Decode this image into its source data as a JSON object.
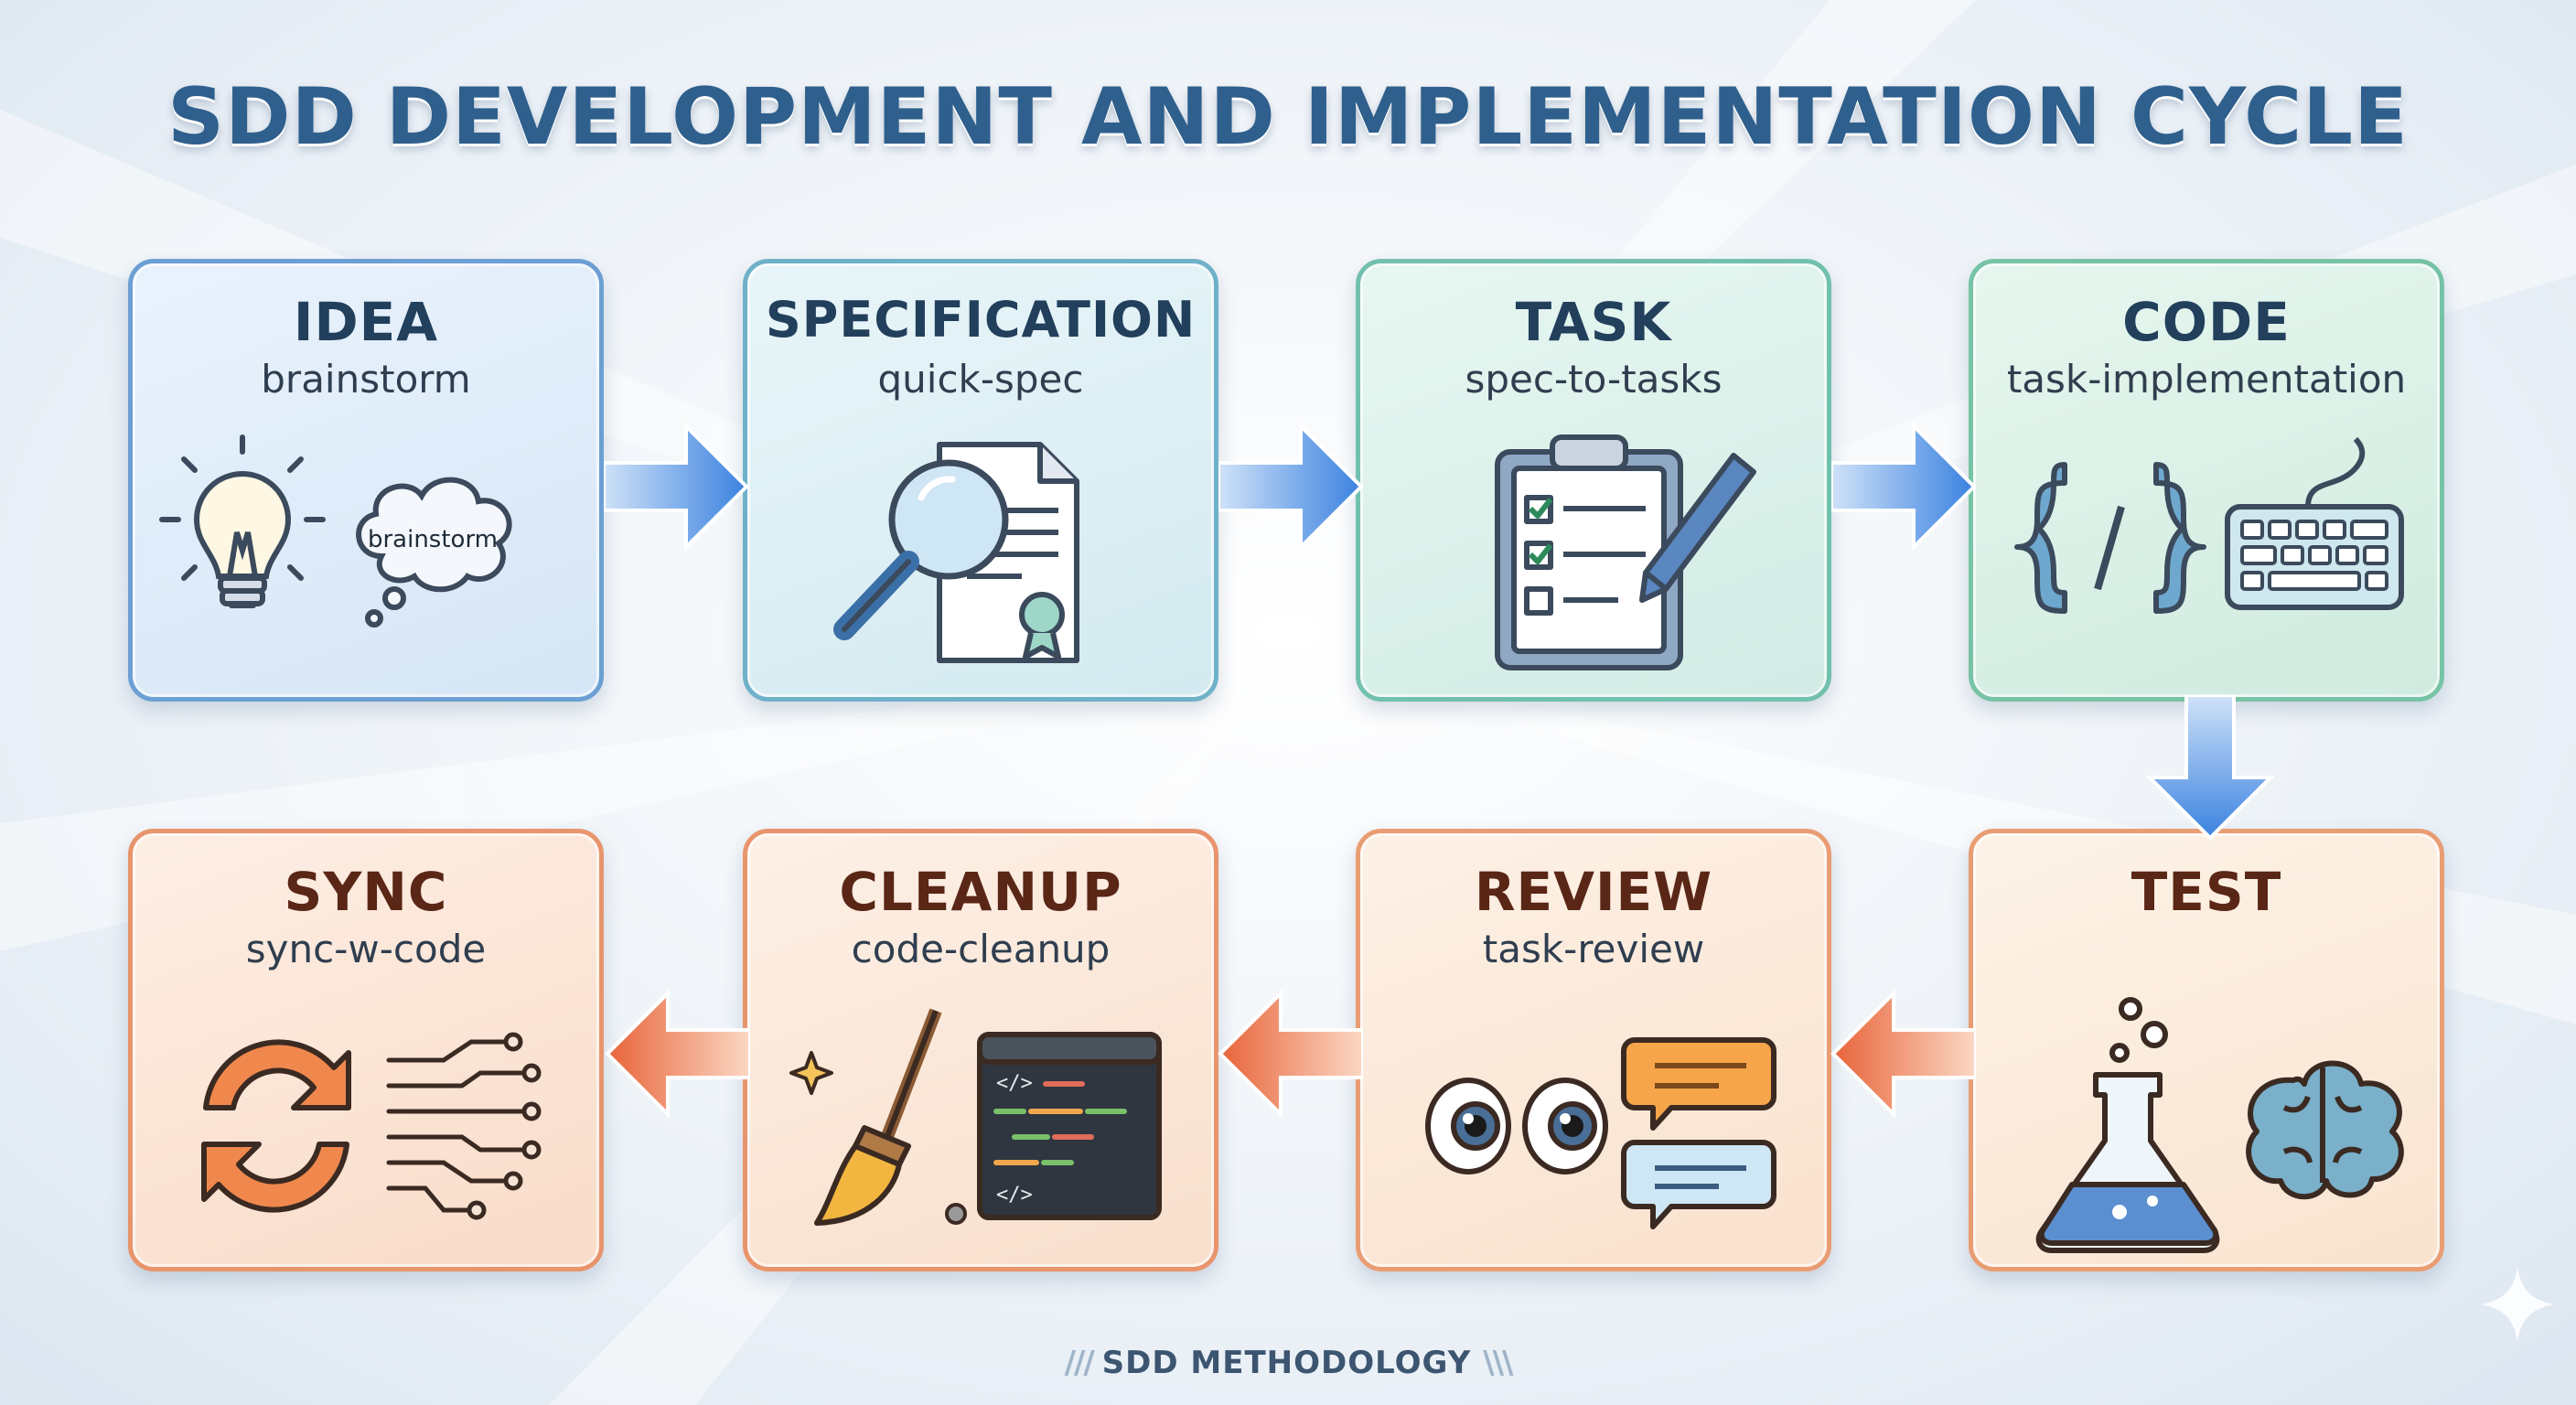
{
  "title": "SDD DEVELOPMENT AND IMPLEMENTATION CYCLE",
  "steps": [
    {
      "title": "IDEA",
      "subtitle": "brainstorm",
      "bubble": "brainstorm",
      "icons": [
        "lightbulb-icon",
        "thought-cloud-icon"
      ]
    },
    {
      "title": "SPECIFICATION",
      "subtitle": "quick-spec",
      "icons": [
        "magnifier-icon",
        "document-certificate-icon"
      ]
    },
    {
      "title": "TASK",
      "subtitle": "spec-to-tasks",
      "icons": [
        "clipboard-checklist-icon",
        "pen-icon"
      ]
    },
    {
      "title": "CODE",
      "subtitle": "task-implementation",
      "icons": [
        "code-braces-icon",
        "keyboard-icon"
      ]
    },
    {
      "title": "TEST",
      "subtitle": "",
      "icons": [
        "flask-icon",
        "brain-icon"
      ]
    },
    {
      "title": "REVIEW",
      "subtitle": "task-review",
      "icons": [
        "eyes-icon",
        "chat-bubbles-icon"
      ]
    },
    {
      "title": "CLEANUP",
      "subtitle": "code-cleanup",
      "icons": [
        "broom-icon",
        "code-window-icon"
      ]
    },
    {
      "title": "SYNC",
      "subtitle": "sync-w-code",
      "icons": [
        "sync-arrows-icon",
        "circuit-icon"
      ]
    }
  ],
  "footer": "SDD METHODOLOGY",
  "colors": {
    "blue_accent": "#3b82e0",
    "orange_accent": "#e8643a",
    "title": "#2f5f8c"
  }
}
